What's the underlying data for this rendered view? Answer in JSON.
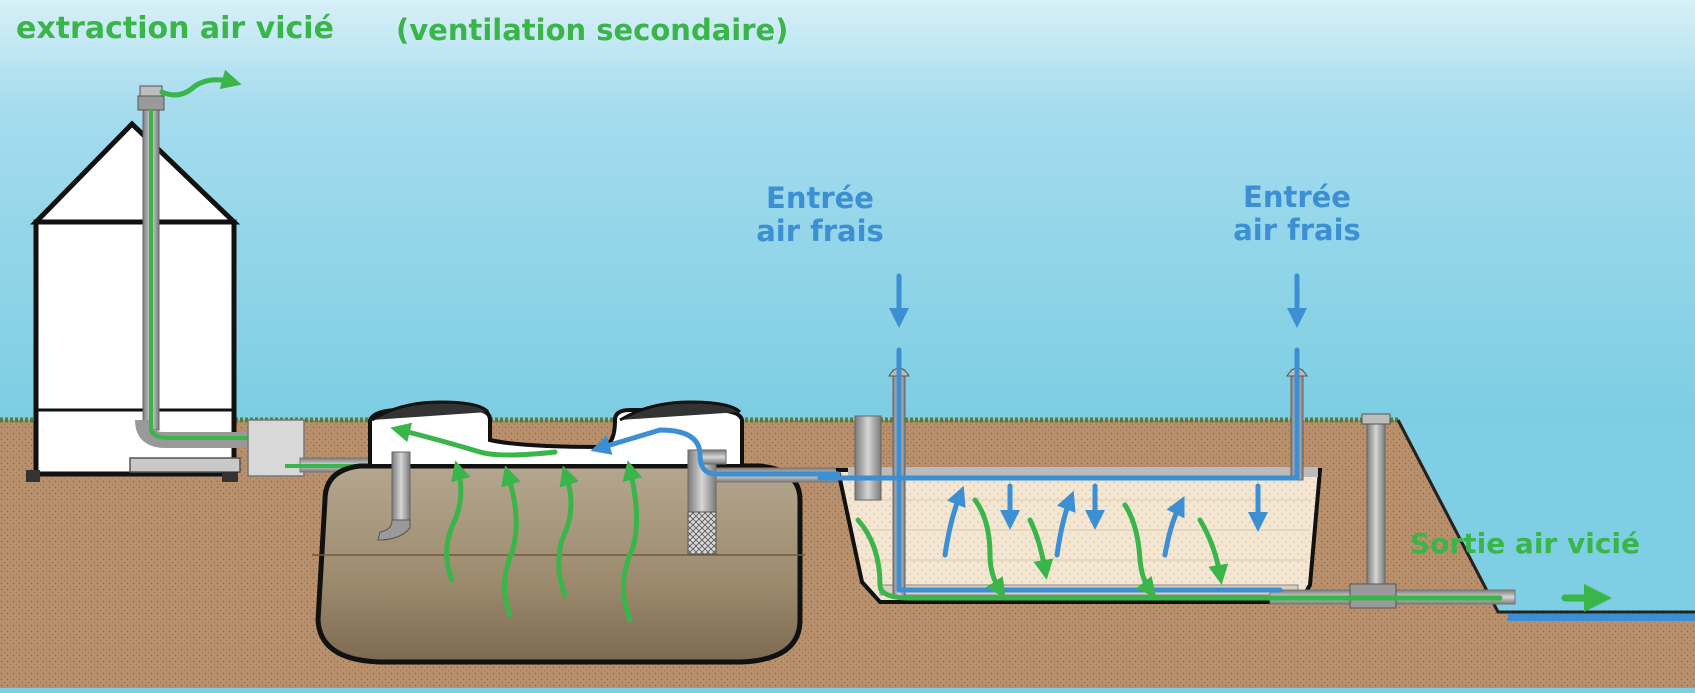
{
  "title": {
    "main": "extraction air vicié",
    "sub": "(ventilation secondaire)"
  },
  "inlets": [
    {
      "line1": "Entrée",
      "line2": "air frais"
    },
    {
      "line1": "Entrée",
      "line2": "air frais"
    }
  ],
  "outlet": {
    "label": "Sortie air vicié"
  },
  "colors": {
    "sky_top": "#d6eef6",
    "sky": "#7fcfe4",
    "soil": "#b48a68",
    "grass": "#4f7f3a",
    "green": "#39b54a",
    "blue": "#3d8fd4",
    "tank": "#9e8b70",
    "filter": "#f2e6d3",
    "pipe": "#a6a6a6"
  }
}
